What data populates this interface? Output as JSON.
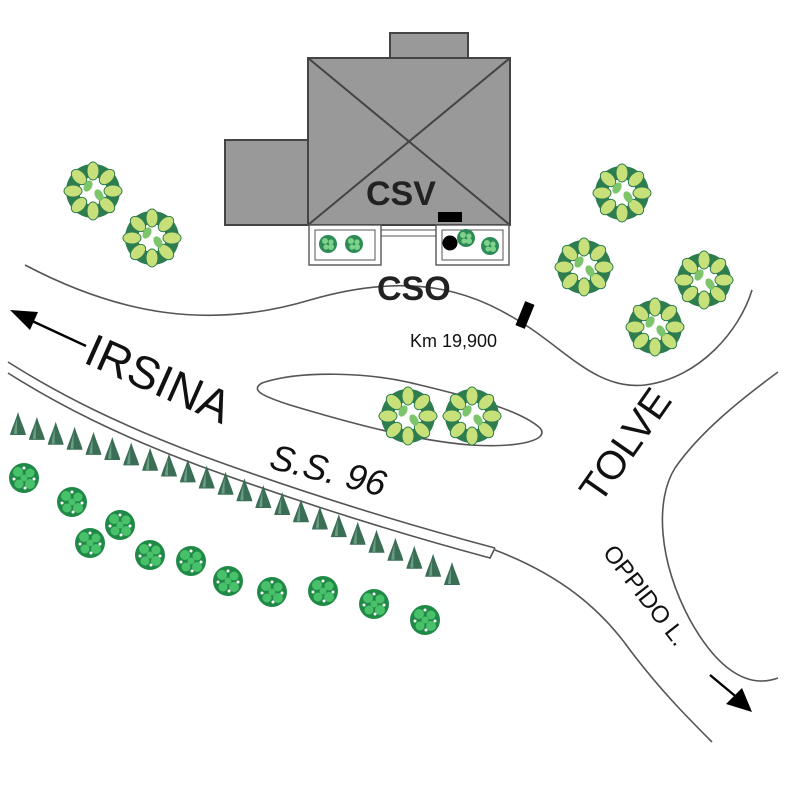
{
  "labels": {
    "csv": "CSV",
    "cso": "CSO",
    "km": "Km 19,900",
    "irsina": "IRSINA",
    "road": "S.S. 96",
    "tolve": "TOLVE",
    "oppido": "OPPIDO L."
  },
  "icons": {
    "deciduous_tree": "deciduous-tree-icon",
    "small_tree": "small-tree-icon",
    "conifer": "conifer-icon",
    "arrow": "arrow-icon",
    "km_marker": "km-marker-icon",
    "station_dot": "station-dot-icon"
  },
  "colors": {
    "building_fill": "#999999",
    "building_stroke": "#444444",
    "road_line": "#555555",
    "tree_dark": "#2e7d4f",
    "tree_light": "#c8e07a",
    "conifer": "#3a6e55",
    "small_tree": "#3fae5c",
    "text": "#111111"
  }
}
